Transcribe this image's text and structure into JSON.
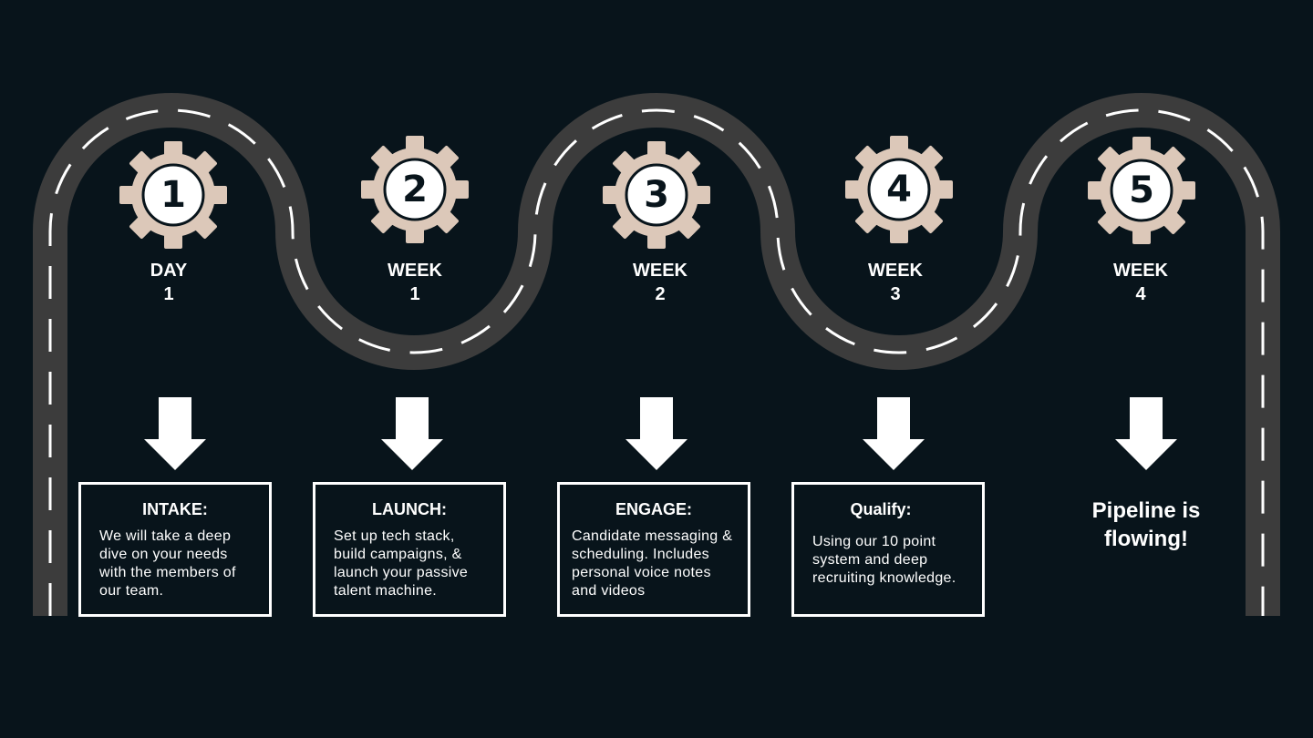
{
  "stages": [
    {
      "number": "1",
      "label_line1": "DAY",
      "label_line2": "1",
      "title": "INTAKE:",
      "text": "We will take a deep dive on your needs with the members of our team."
    },
    {
      "number": "2",
      "label_line1": "WEEK",
      "label_line2": "1",
      "title": "LAUNCH:",
      "text": "Set up tech stack, build campaigns, & launch your passive talent machine."
    },
    {
      "number": "3",
      "label_line1": "WEEK",
      "label_line2": "2",
      "title": "ENGAGE:",
      "text": "Candidate messaging & scheduling. Includes personal voice notes and videos"
    },
    {
      "number": "4",
      "label_line1": "WEEK",
      "label_line2": "3",
      "title": "Qualify:",
      "text": "Using our 10 point system and deep recruiting knowledge."
    },
    {
      "number": "5",
      "label_line1": "WEEK",
      "label_line2": "4",
      "final_text": "Pipeline is flowing!"
    }
  ],
  "colors": {
    "background": "#08141b",
    "road": "#3c3c3c",
    "lane_marking": "#ffffff",
    "gear": "#dcc8b9",
    "text": "#ffffff"
  }
}
